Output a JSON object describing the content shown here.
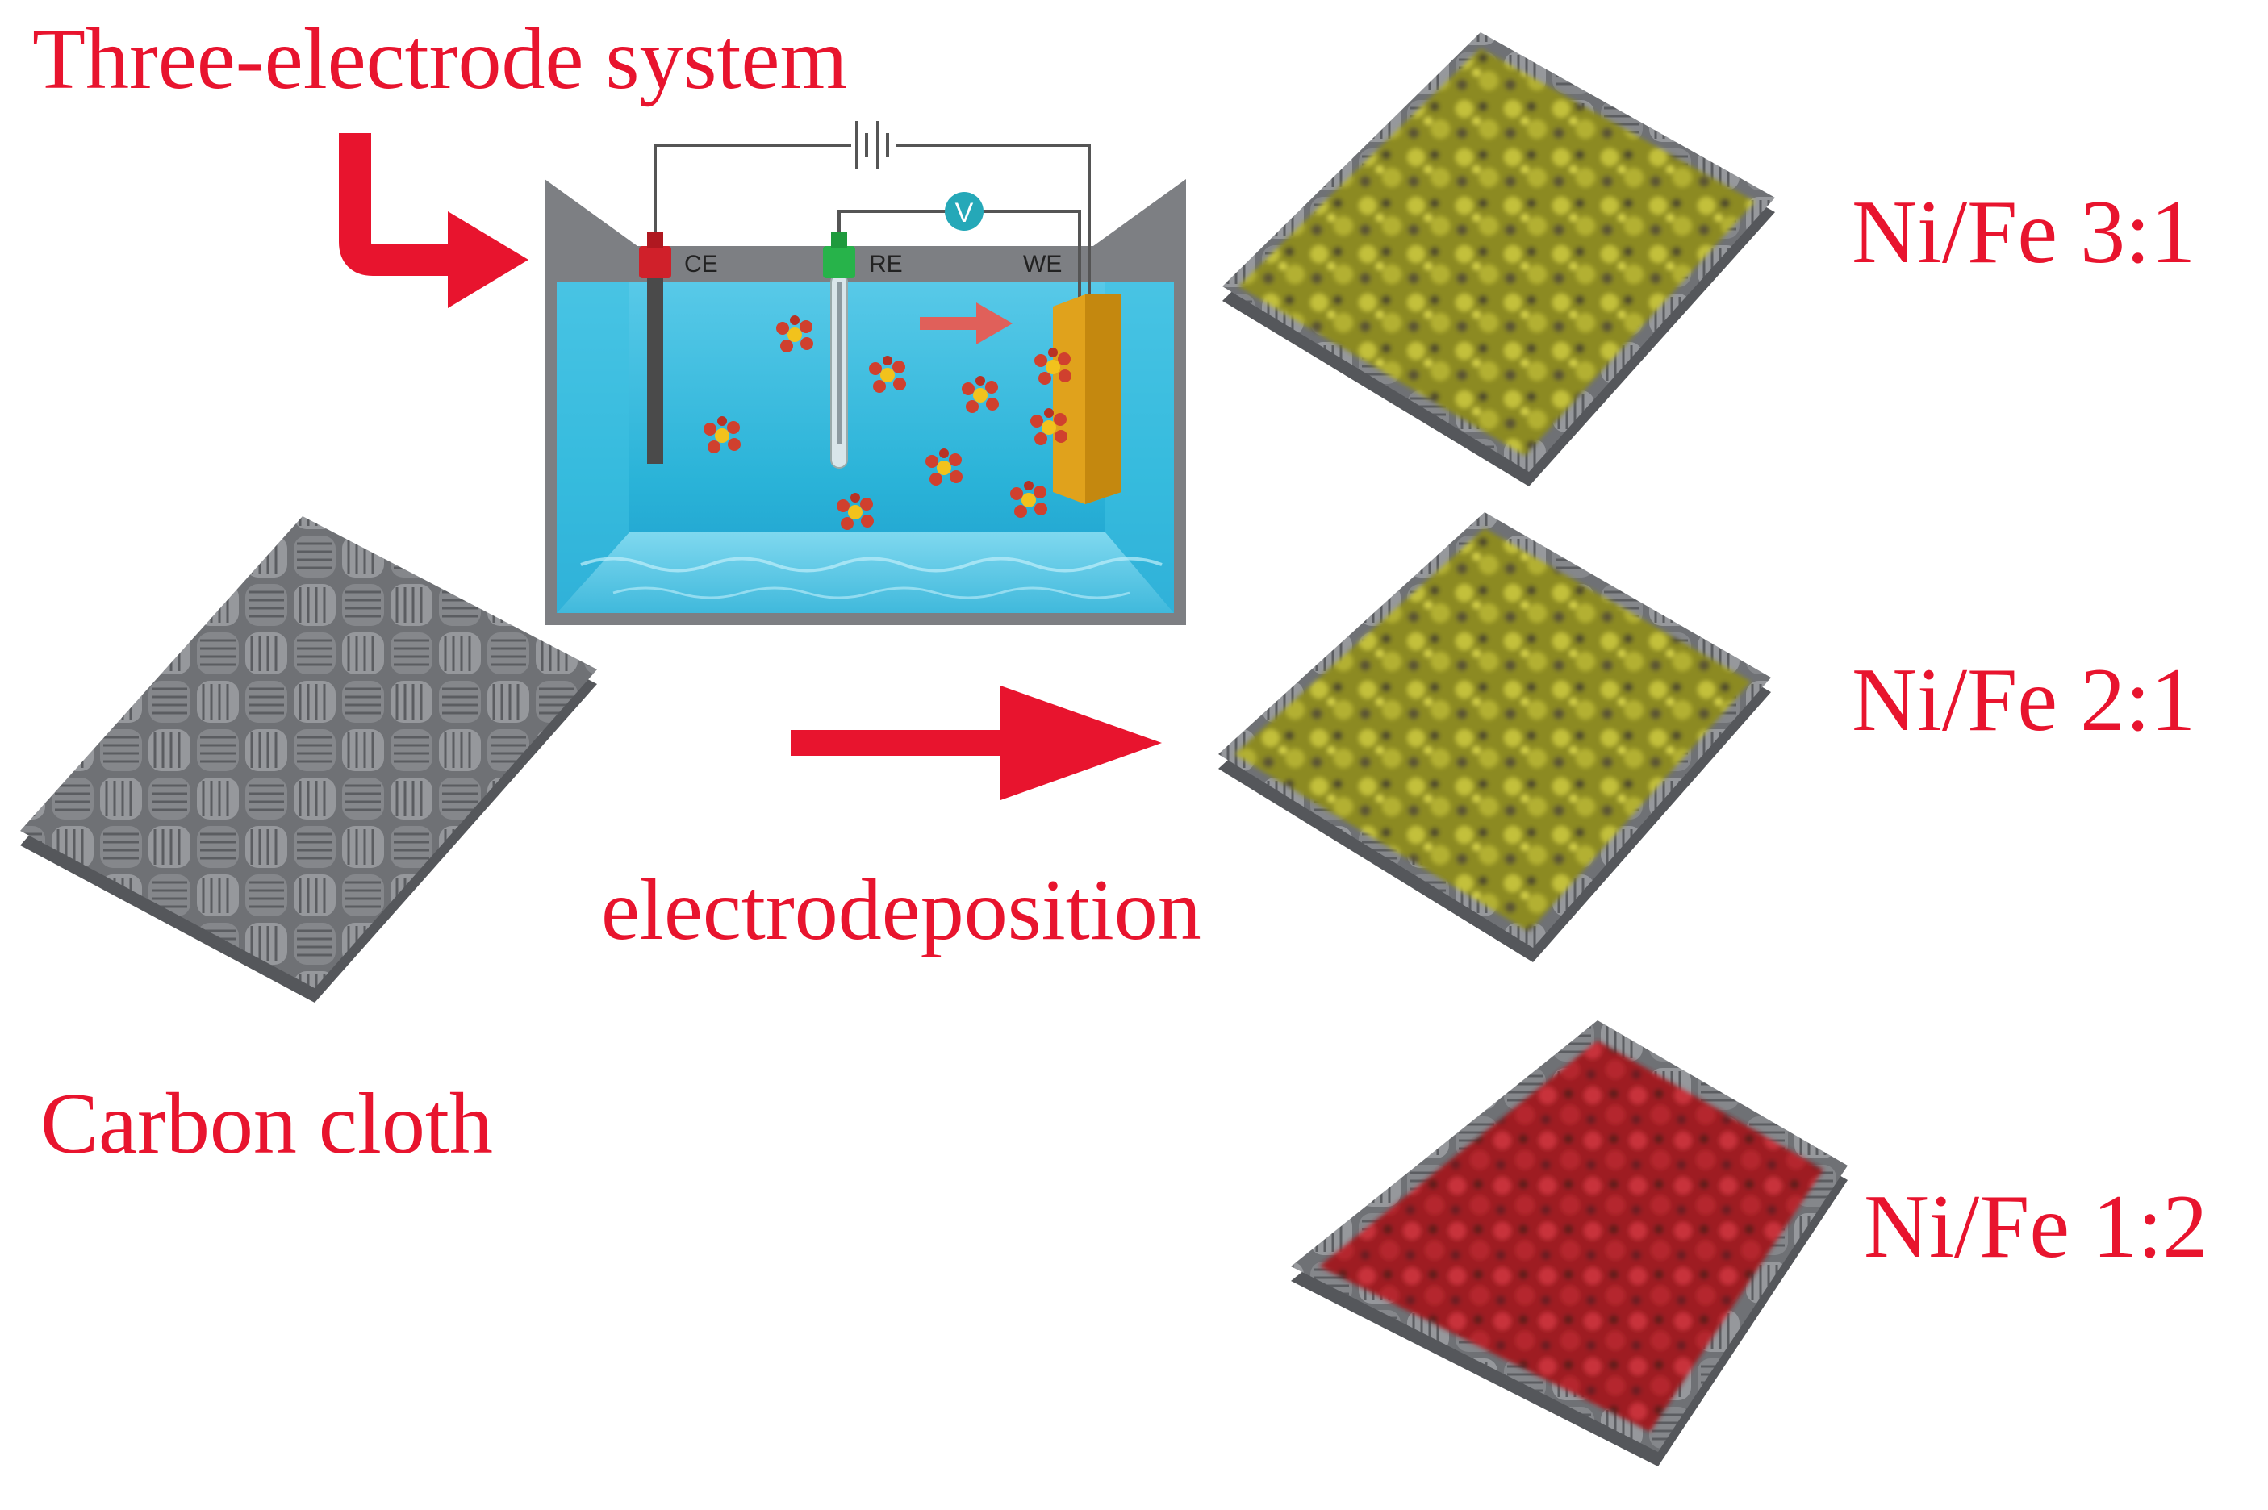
{
  "diagram": {
    "title": "Three-electrode system",
    "process_label": "electrodeposition",
    "substrate_label": "Carbon cloth",
    "electrodes": {
      "counter": "CE",
      "reference": "RE",
      "working": "WE"
    },
    "voltmeter_symbol": "V",
    "samples": [
      {
        "label": "Ni/Fe 3:1",
        "color": "#8c8a22"
      },
      {
        "label": "Ni/Fe 2:1",
        "color": "#8f8d25"
      },
      {
        "label": "Ni/Fe 1:2",
        "color": "#9e1e22"
      }
    ],
    "colors": {
      "accent": "#e8142e",
      "electrolyte": "#2ab3d8",
      "tank_frame": "#7d7f83",
      "cloth": "#737579",
      "counter_electrode": "#d0202a",
      "reference_electrode": "#27b34a",
      "working_electrode": "#e0a21c",
      "voltmeter": "#25a8b8"
    }
  }
}
